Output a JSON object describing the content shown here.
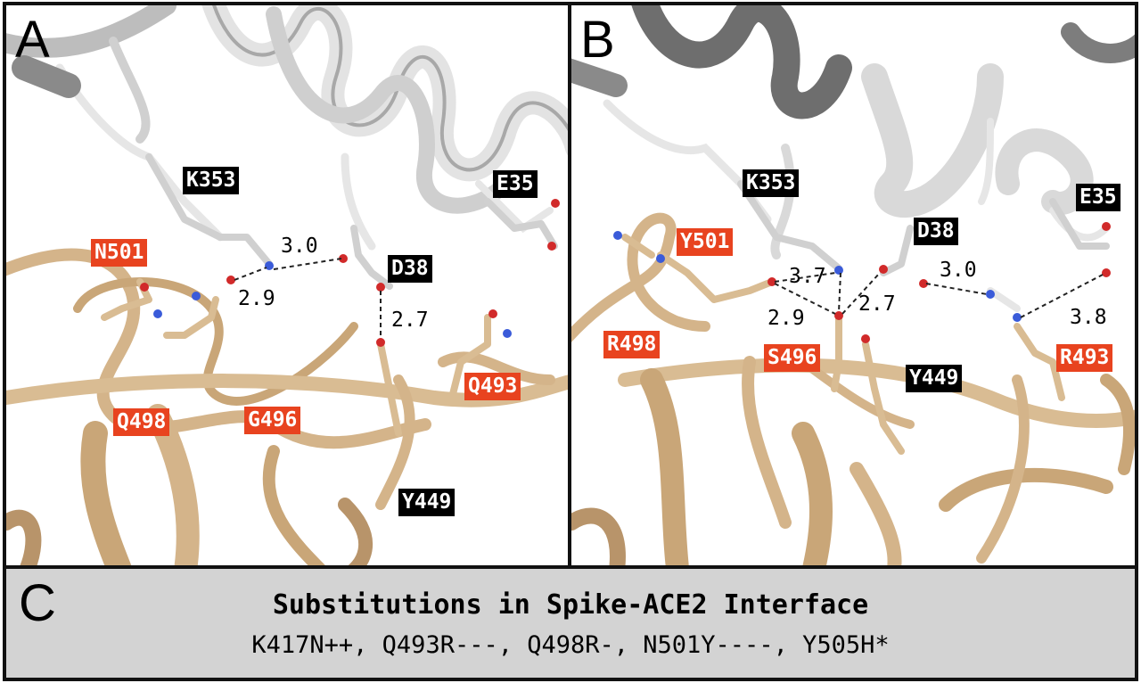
{
  "panel_a": {
    "letter": "A",
    "residues": {
      "k353": "K353",
      "e35": "E35",
      "d38": "D38",
      "y449": "Y449",
      "n501": "N501",
      "q498": "Q498",
      "g496": "G496",
      "q493": "Q493"
    },
    "distances": [
      "3.0",
      "2.9",
      "2.7"
    ]
  },
  "panel_b": {
    "letter": "B",
    "residues": {
      "k353": "K353",
      "e35": "E35",
      "d38": "D38",
      "y449": "Y449",
      "y501": "Y501",
      "r498": "R498",
      "s496": "S496",
      "r493": "R493"
    },
    "distances": [
      "3.7",
      "2.9",
      "2.7",
      "3.0",
      "3.8"
    ]
  },
  "panel_c": {
    "letter": "C",
    "title": "Substitutions in Spike-ACE2 Interface",
    "substitutions": "K417N++, Q493R---, Q498R-, N501Y----, Y505H*"
  },
  "colors": {
    "ace2_label_bg": "#000000",
    "spike_label_bg": "#e8431f",
    "ace2_ribbon": "#d9d9d9",
    "spike_ribbon": "#d4b48a",
    "panel_c_bg": "#d3d3d3"
  }
}
